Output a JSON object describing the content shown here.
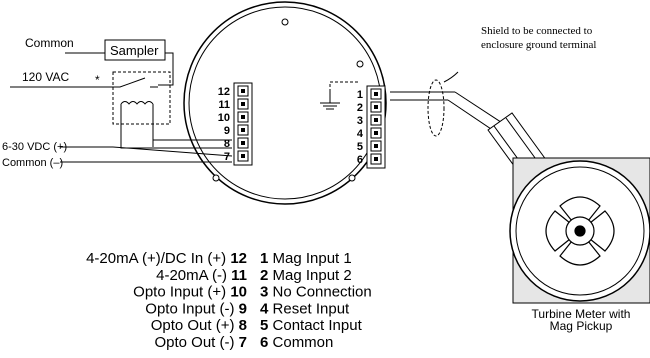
{
  "sampler": {
    "label": "Sampler",
    "common": "Common",
    "vac": "120 VAC",
    "asterisk": "*"
  },
  "dc_input": {
    "supply": "6-30 VDC (+)",
    "common": "Common (–)"
  },
  "terminals": {
    "left_block": [
      "12",
      "11",
      "10",
      "9",
      "8",
      "7"
    ],
    "right_block": [
      "1",
      "2",
      "3",
      "4",
      "5",
      "6"
    ]
  },
  "shield_note": [
    "Shield to be connected to",
    "enclosure ground terminal"
  ],
  "meter_caption": [
    "Turbine Meter  with",
    "Mag Pickup"
  ],
  "legend_left": [
    {
      "label": "4-20mA (+)/DC In (+)",
      "num": "12"
    },
    {
      "label": "4-20mA (-)",
      "num": "11"
    },
    {
      "label": "Opto Input (+)",
      "num": "10"
    },
    {
      "label": "Opto Input (-)",
      "num": "9"
    },
    {
      "label": "Opto Out (+)",
      "num": "8"
    },
    {
      "label": "Opto Out (-)",
      "num": "7"
    }
  ],
  "legend_right": [
    {
      "num": "1",
      "label": "Mag Input 1"
    },
    {
      "num": "2",
      "label": "Mag Input 2"
    },
    {
      "num": "3",
      "label": "No Connection"
    },
    {
      "num": "4",
      "label": "Reset Input"
    },
    {
      "num": "5",
      "label": "Contact Input"
    },
    {
      "num": "6",
      "label": "Common"
    }
  ]
}
